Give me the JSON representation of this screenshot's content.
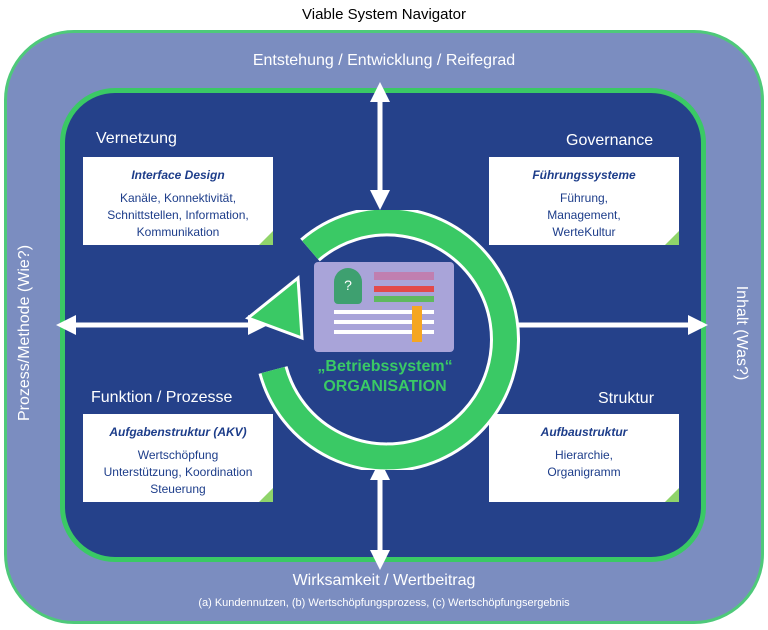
{
  "title": "Viable System Navigator",
  "top_label": "Entstehung / Entwicklung / Reifegrad",
  "bottom_label": "Wirksamkeit / Wertbeitrag",
  "bottom_sub": "(a) Kundennutzen, (b) Wertschöpfungsprozess, (c) Wertschöpfungsergebnis",
  "left_label": "Prozess/Methode (Wie?)",
  "right_label": "Inhalt (Was?)",
  "quadrants": {
    "top_left": {
      "title": "Vernetzung",
      "note_title": "Interface Design",
      "lines": [
        "Kanäle, Konnektivität,",
        "Schnittstellen, Information,",
        "Kommunikation"
      ]
    },
    "top_right": {
      "title": "Governance",
      "note_title": "Führungssysteme",
      "lines": [
        "Führung,",
        "Management,",
        "WerteKultur"
      ]
    },
    "bottom_left": {
      "title": "Funktion / Prozesse",
      "note_title": "Aufgabenstruktur (AKV)",
      "lines": [
        "Wertschöpfung",
        "Unterstützung, Koordination",
        "Steuerung"
      ]
    },
    "bottom_right": {
      "title": "Struktur",
      "note_title": "Aufbaustruktur",
      "lines": [
        "Hierarchie,",
        "Organigramm"
      ]
    }
  },
  "center": {
    "line1": "„Betriebssystem“",
    "line2": "ORGANISATION",
    "question_mark": "?"
  },
  "colors": {
    "outer": "#7b8dc0",
    "inner": "#25418a",
    "green": "#3ac965",
    "note_text": "#1d3d8a"
  }
}
